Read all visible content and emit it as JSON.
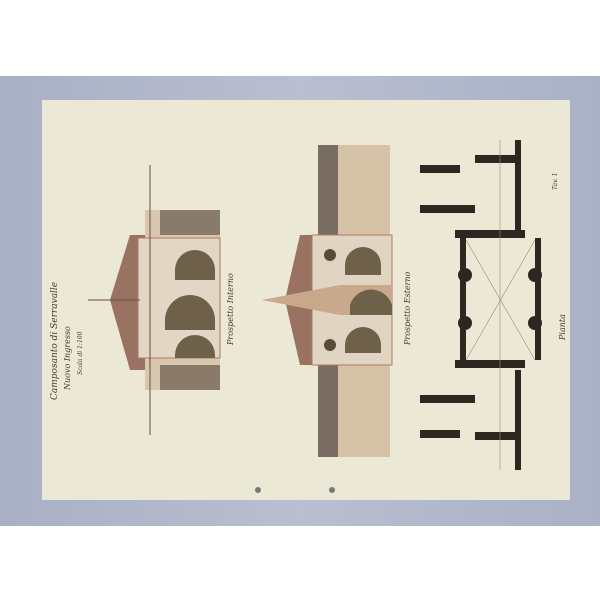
{
  "drawing": {
    "title": "Camposanto di Serravalle",
    "subtitle": "Nuovo Ingresso",
    "scale": "Scala di 1:100",
    "view_interior": "Prospetto Interno",
    "view_exterior": "Prospetto Esterno",
    "plan": "Pianta",
    "sheet": "Tav. 1"
  },
  "colors": {
    "paper": "#ece9d8",
    "ink": "#3a2e26",
    "brick": "#b07a5e",
    "roof": "#8a6a58"
  }
}
